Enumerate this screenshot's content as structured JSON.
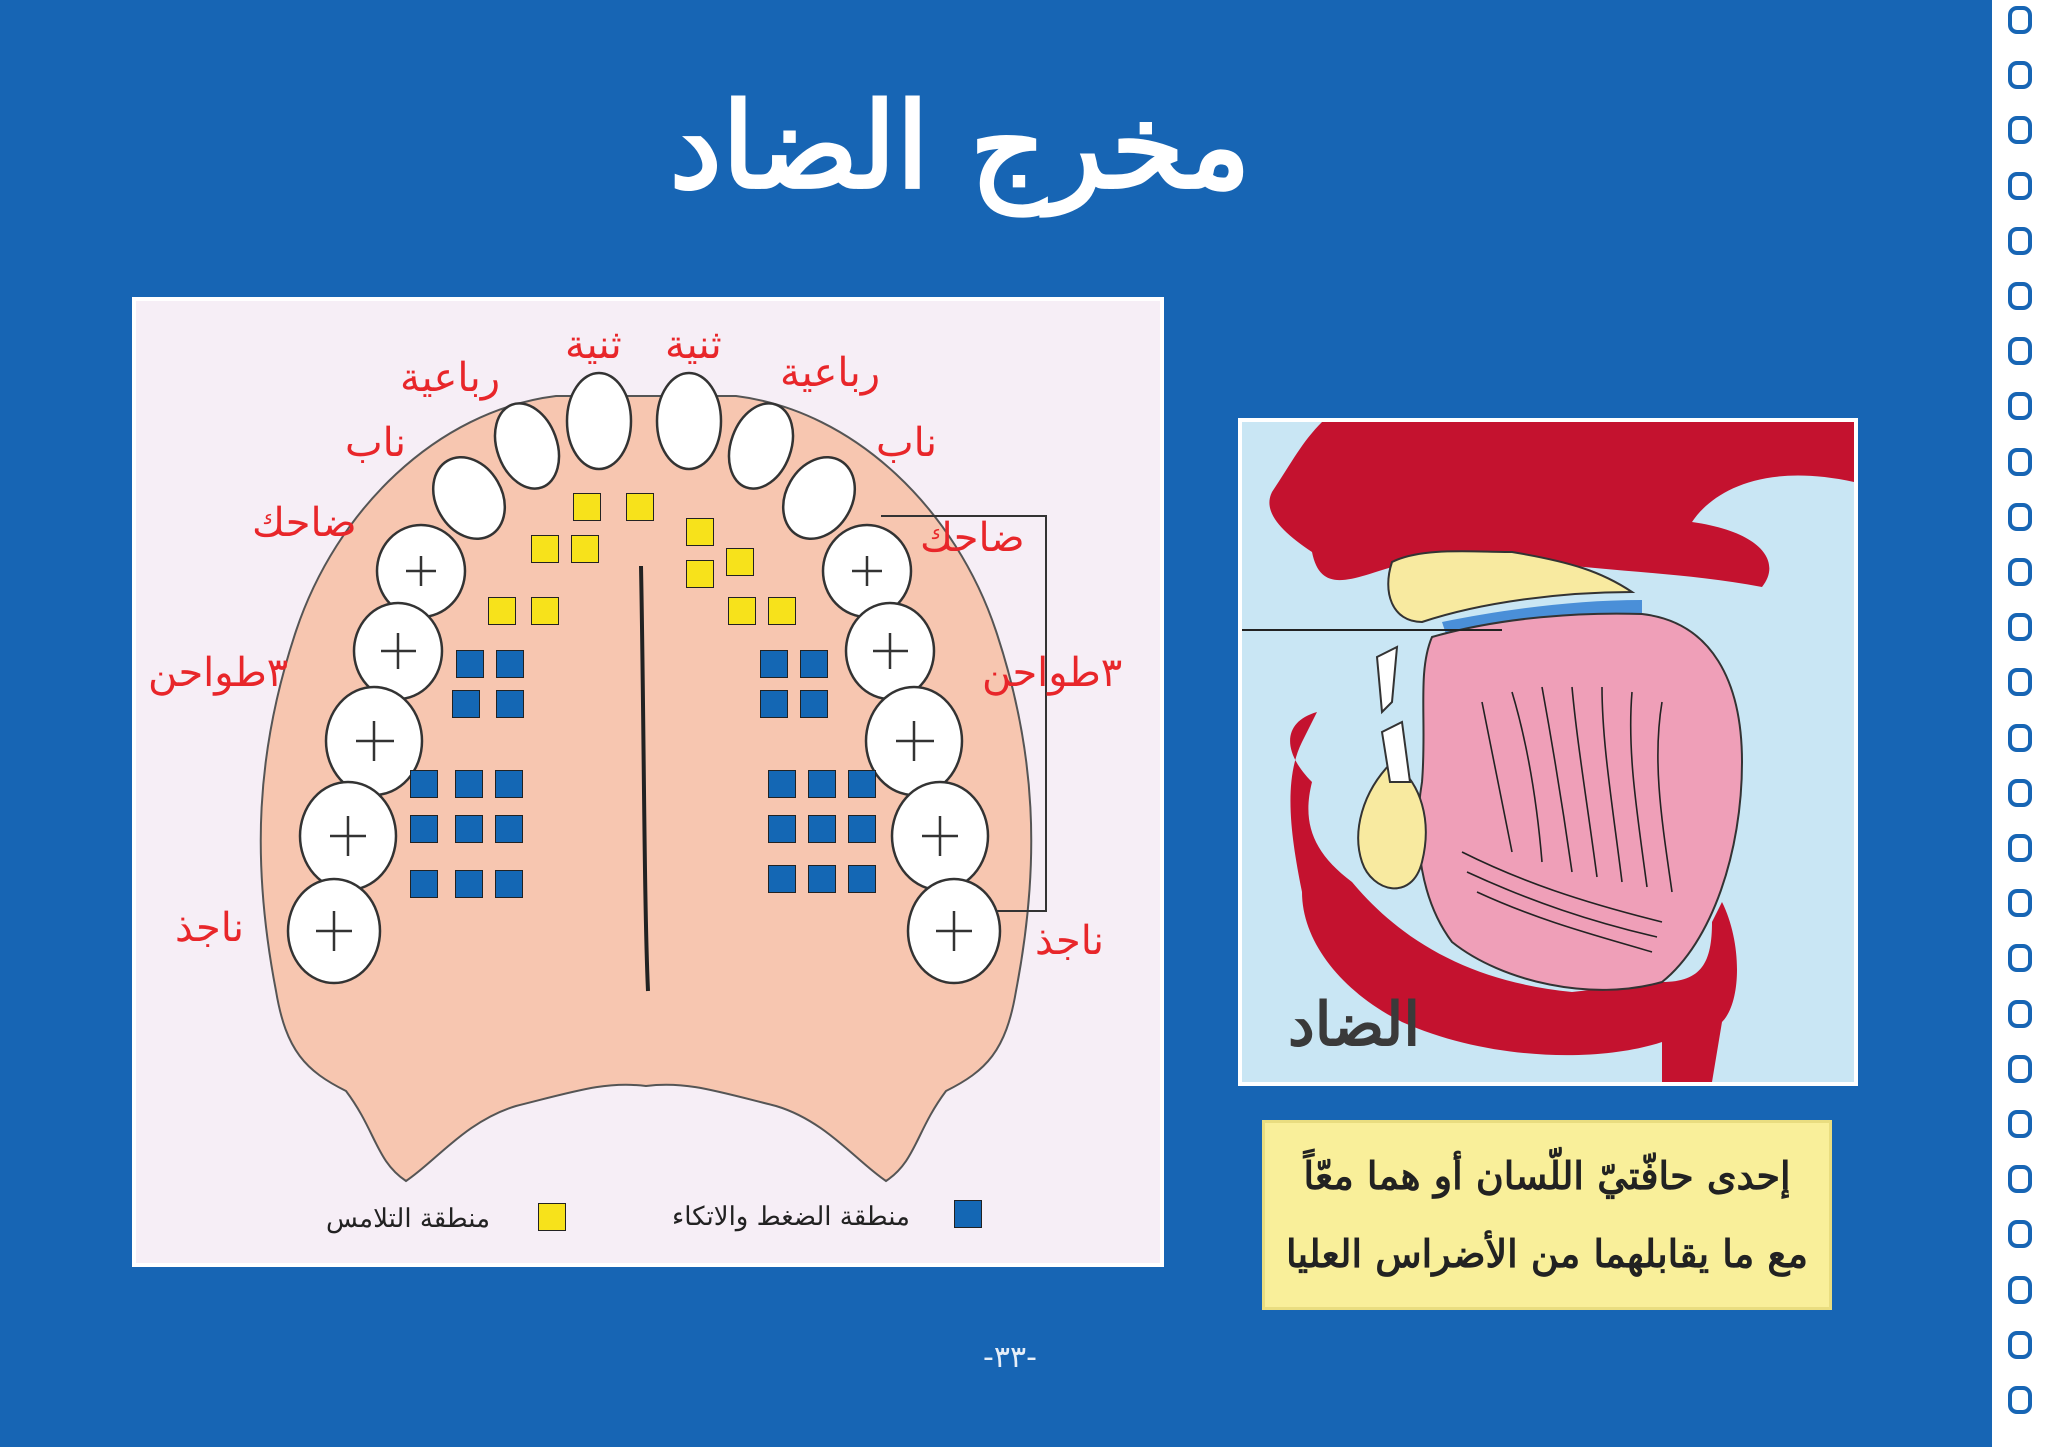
{
  "title": "مخرج الضاد",
  "teeth_labels": {
    "central_left": "ثنية",
    "central_right": "ثنية",
    "lateral_left": "رباعية",
    "lateral_right": "رباعية",
    "canine_left": "ناب",
    "canine_right": "ناب",
    "premolar_left": "ضاحك",
    "premolar_right": "ضاحك",
    "molars_left": "٣طواحن",
    "molars_right": "٣طواحن",
    "wisdom_left": "ناجذ",
    "wisdom_right": "ناجذ"
  },
  "legend": {
    "contact_zone": "منطقة التلامس",
    "pressure_zone": "منطقة الضغط والاتكاء",
    "contact_color": "#f7e21b",
    "pressure_color": "#1467b4"
  },
  "diagram_label": "الضاد",
  "caption": {
    "line1": "إحدى حافّتيّ اللّسان أو هما معّاً",
    "line2": "مع ما يقابلهما من الأضراس العليا"
  },
  "page_number": "-٣٣-",
  "colors": {
    "page_bg": "#1765b4",
    "label_red": "#e8262a",
    "palate": "#f7c6b0",
    "flesh_red": "#c4122f",
    "tongue_pink": "#ef9fb8",
    "bone_yellow": "#f8eaa0"
  }
}
